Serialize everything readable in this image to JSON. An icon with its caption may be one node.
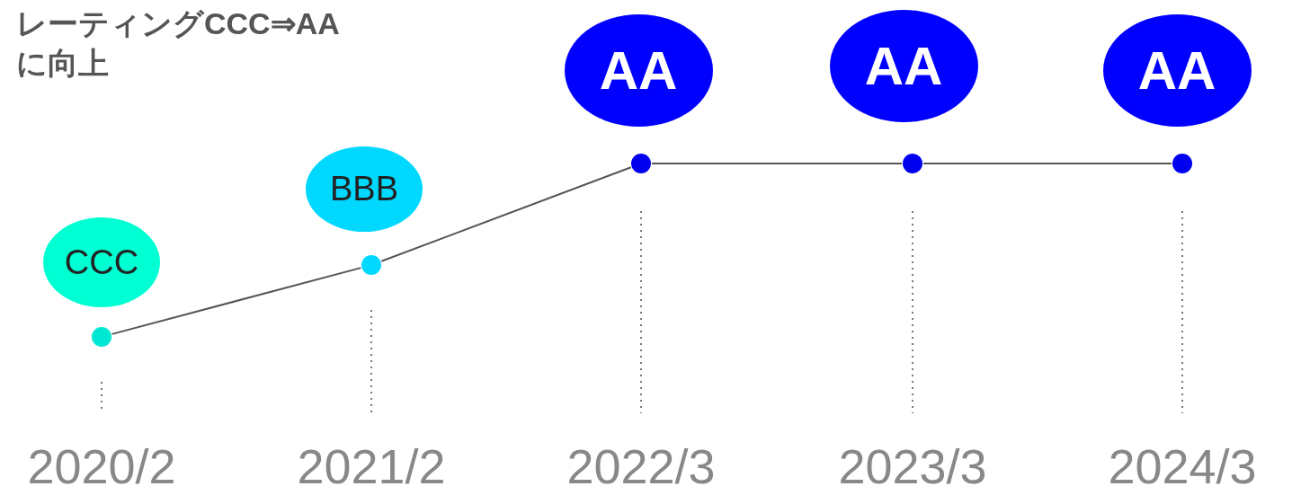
{
  "diagram": {
    "title": "レーティングCCC⇒AAに向上",
    "nodes": [
      {
        "text": [
          "CCC"
        ]
      },
      {
        "text": [
          "BBB"
        ]
      },
      {
        "text": [
          "AA"
        ]
      },
      {
        "text": [
          "AA"
        ]
      },
      {
        "text": [
          "AA"
        ]
      },
      {
        "text": [],
        "shape": "circle"
      },
      {
        "text": [],
        "shape": "circle"
      },
      {
        "text": [],
        "shape": "circle"
      },
      {
        "text": [],
        "shape": "circle"
      },
      {
        "text": [],
        "shape": "circle"
      }
    ],
    "edges": [
      {
        "from": 5,
        "to": 6,
        "arrow": "none"
      },
      {
        "from": 6,
        "to": 7,
        "arrow": "none"
      },
      {
        "from": 7,
        "to": 8,
        "arrow": "none"
      },
      {
        "from": 8,
        "to": 9,
        "arrow": "none"
      }
    ],
    "labels": [
      "2020/2",
      "2021/2",
      "2022/3",
      "2023/3",
      "2024/3"
    ]
  }
}
